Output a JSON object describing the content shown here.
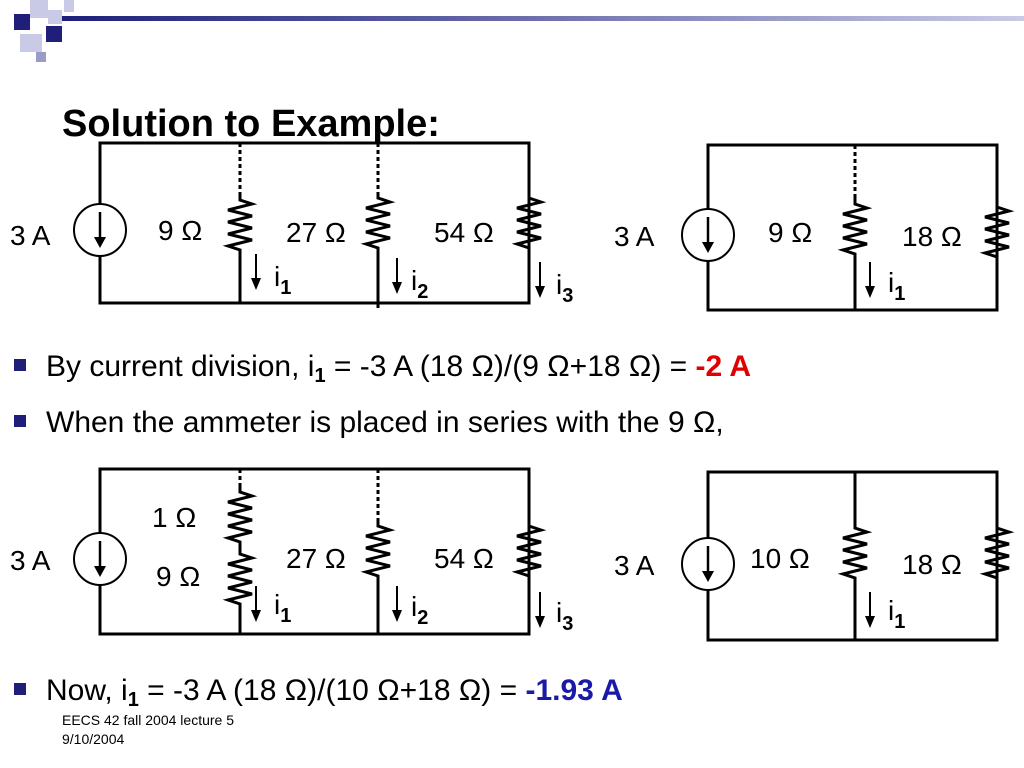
{
  "slide": {
    "title": "Solution to Example:",
    "accent_color": "#1f1f7a",
    "highlight_color": "#e00000",
    "result_color": "#1a1aa8"
  },
  "circuits": {
    "top_left": {
      "source": "3 A",
      "resistors": [
        "9 Ω",
        "27 Ω",
        "54 Ω"
      ],
      "currents": [
        {
          "sym": "i",
          "sub": "1"
        },
        {
          "sym": "i",
          "sub": "2"
        },
        {
          "sym": "i",
          "sub": "3"
        }
      ]
    },
    "top_right": {
      "source": "3 A",
      "resistors": [
        "9 Ω",
        "18 Ω"
      ],
      "currents": [
        {
          "sym": "i",
          "sub": "1"
        }
      ]
    },
    "bottom_left": {
      "source": "3 A",
      "resistors": [
        "1 Ω",
        "9 Ω",
        "27 Ω",
        "54 Ω"
      ],
      "currents": [
        {
          "sym": "i",
          "sub": "1"
        },
        {
          "sym": "i",
          "sub": "2"
        },
        {
          "sym": "i",
          "sub": "3"
        }
      ]
    },
    "bottom_right": {
      "source": "3 A",
      "resistors": [
        "10 Ω",
        "18 Ω"
      ],
      "currents": [
        {
          "sym": "i",
          "sub": "1"
        }
      ]
    }
  },
  "bullets": {
    "b1": {
      "pre": "By current division, i",
      "sub": "1",
      "post": " = -3 A (18 Ω)/(9 Ω+18 Ω) = ",
      "result": "-2 A"
    },
    "b2": {
      "text": "When the ammeter is placed in series with the 9 Ω,"
    },
    "b3": {
      "pre": "Now, i",
      "sub": "1",
      "post": " = -3 A (18 Ω)/(10 Ω+18 Ω) = ",
      "result": "-1.93 A"
    }
  },
  "footer": {
    "line1": "EECS 42 fall 2004 lecture 5",
    "line2": "9/10/2004"
  }
}
